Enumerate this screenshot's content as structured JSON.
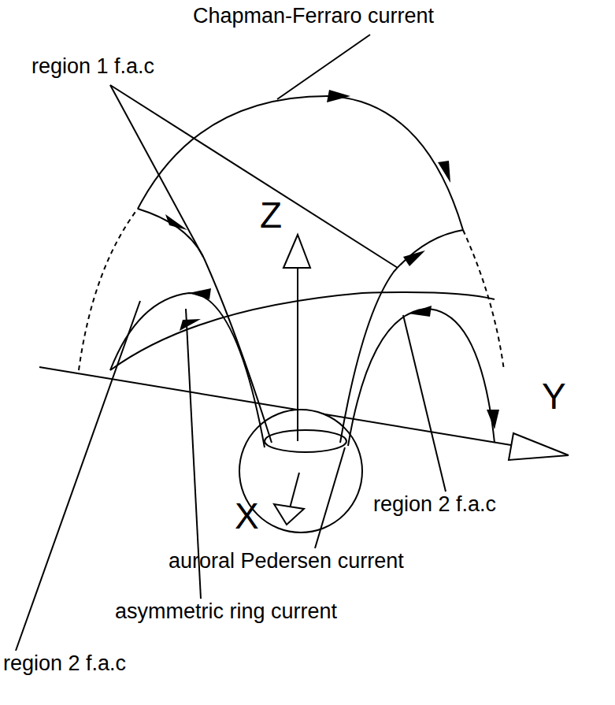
{
  "diagram": {
    "labels": [
      "Chapman-Ferraro current",
      "region 1 f.a.c",
      "Z",
      "Y",
      "X",
      "region 2 f.a.c",
      "auroral Pedersen current",
      "asymmetric ring current",
      "region 2 f.a.c"
    ]
  }
}
